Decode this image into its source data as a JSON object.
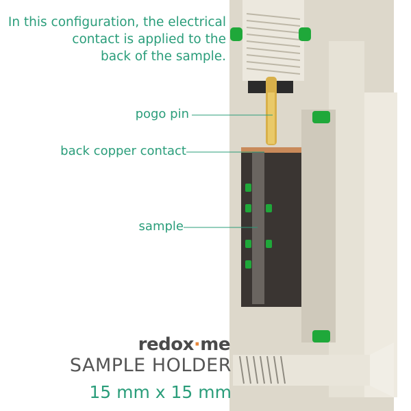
{
  "annotation": {
    "intro_line1": "In this configuration, the electrical",
    "intro_line2": "contact is applied to the",
    "intro_line3": "back of the sample."
  },
  "labels": {
    "pogo_pin": "pogo pin",
    "back_copper_contact": "back copper contact",
    "sample": "sample"
  },
  "branding": {
    "logo_left": "redox",
    "logo_dot": "·",
    "logo_right": "me",
    "title": "SAMPLE HOLDER",
    "subtitle": "15 mm x 15 mm"
  },
  "colors": {
    "accent": "#2a9d7a",
    "body": "#d9d4c7",
    "oring": "#1fa83a",
    "copper": "#c98a5a",
    "brass": "#d8b04a",
    "logo_dot": "#e8873a"
  }
}
